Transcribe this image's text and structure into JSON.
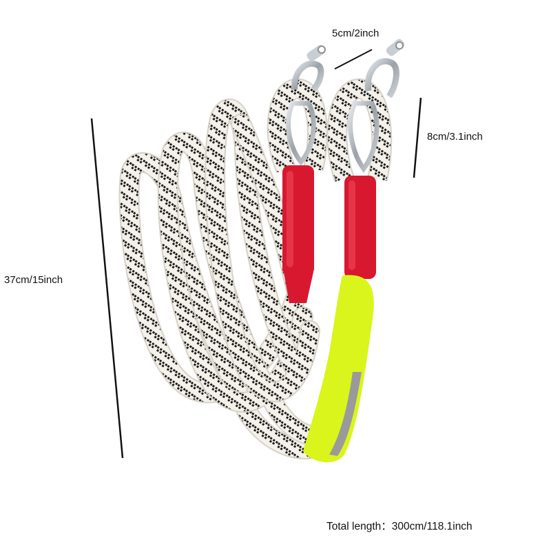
{
  "labels": {
    "shackle_width": "5cm/2inch",
    "eye_length": "8cm/3.1inch",
    "rope_height": "37cm/15inch",
    "total_length": "Total length：300cm/118.1inch"
  },
  "colors": {
    "rope": "#f4f1ea",
    "rope_pattern": "#1a1a1a",
    "sleeve": "#d8182e",
    "protector": "#d9f51c",
    "reflective": "#9a9a9a",
    "metal": "#b9bec4",
    "dimension_line": "#111111"
  }
}
